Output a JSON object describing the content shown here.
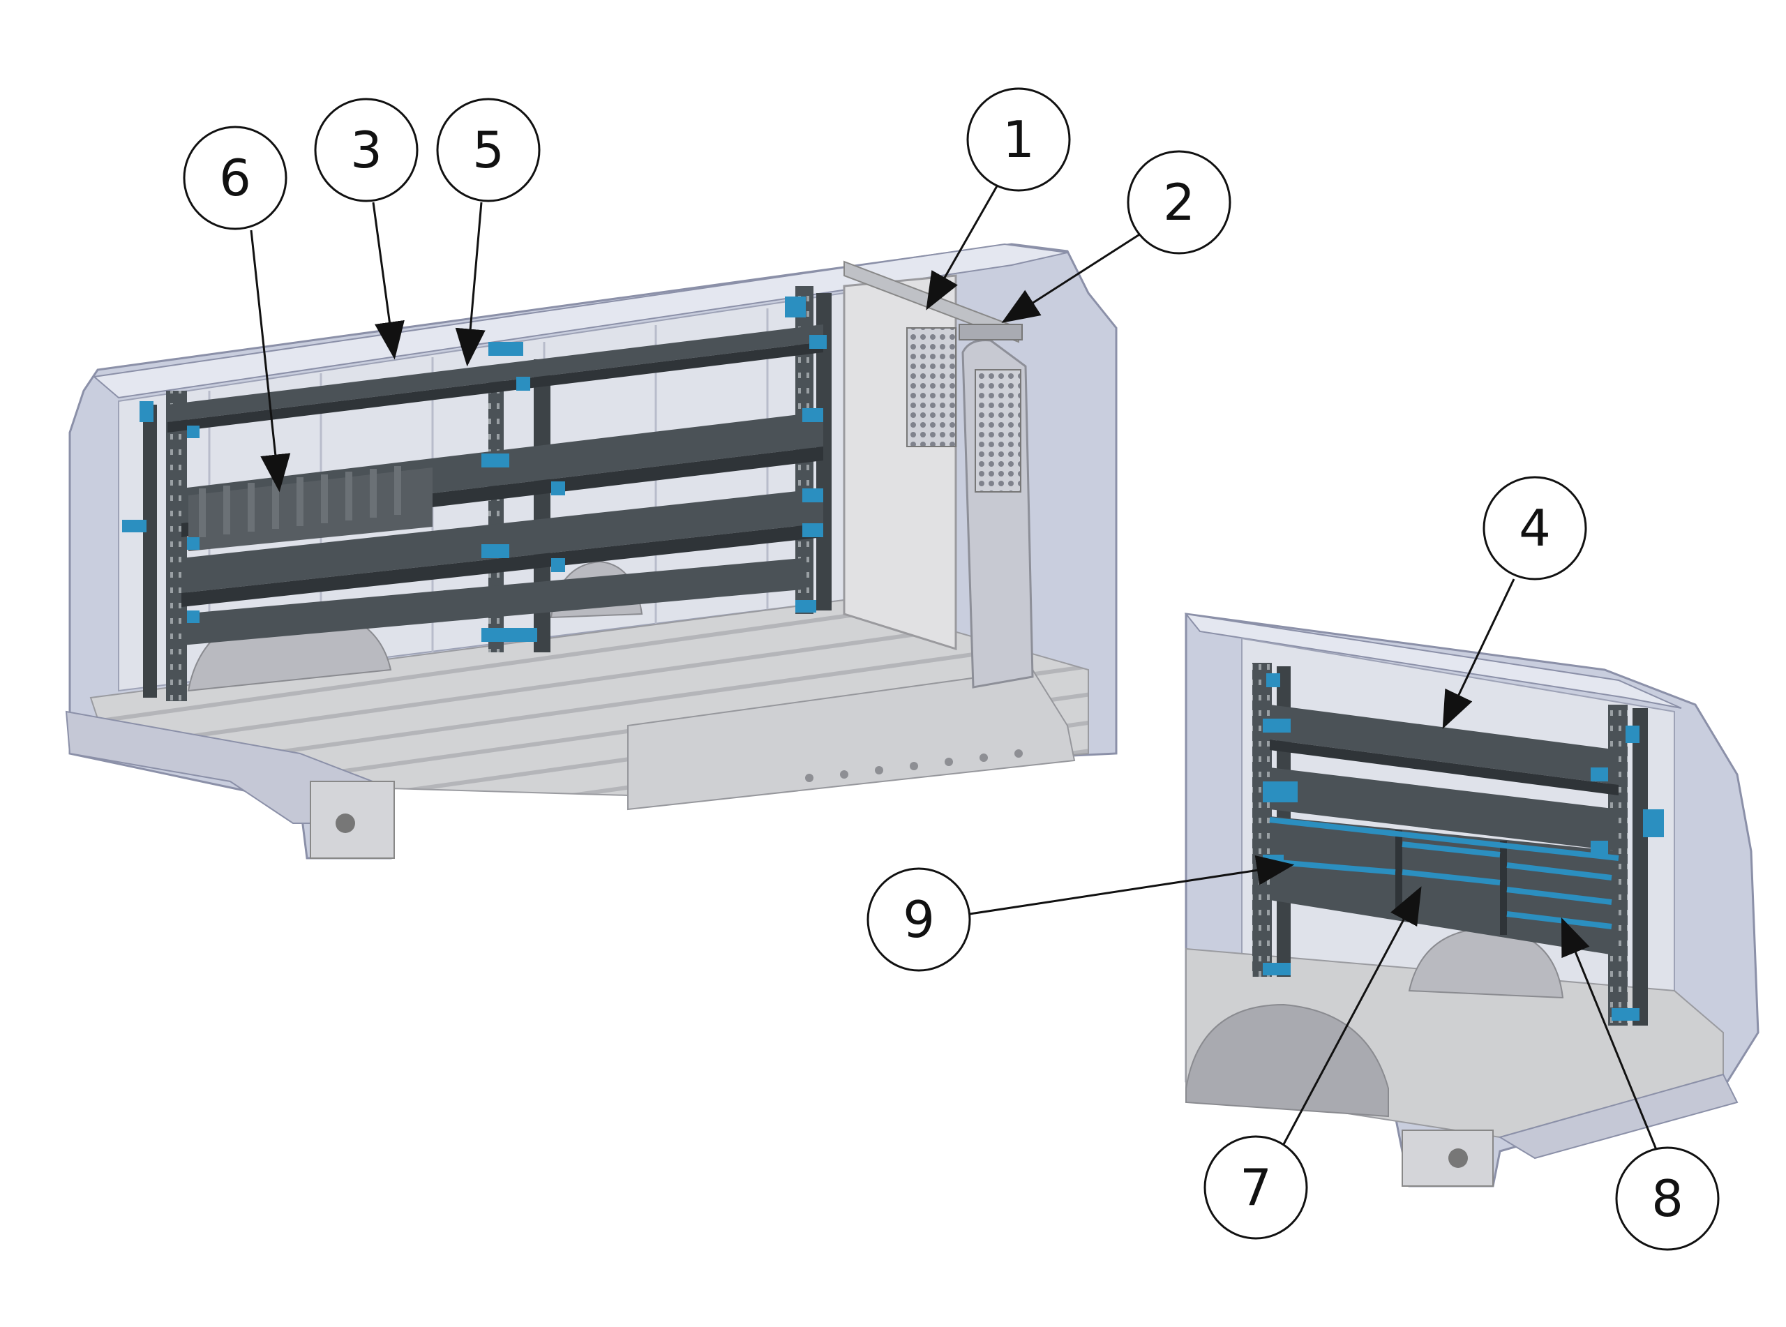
{
  "callouts": [
    {
      "id": "c1",
      "label": "1"
    },
    {
      "id": "c2",
      "label": "2"
    },
    {
      "id": "c3",
      "label": "3"
    },
    {
      "id": "c4",
      "label": "4"
    },
    {
      "id": "c5",
      "label": "5"
    },
    {
      "id": "c6",
      "label": "6"
    },
    {
      "id": "c7",
      "label": "7"
    },
    {
      "id": "c8",
      "label": "8"
    },
    {
      "id": "c9",
      "label": "9"
    }
  ],
  "colors": {
    "van_body": "#c9cede",
    "van_body_light": "#e4e7f0",
    "van_outline": "#8b90a8",
    "floor": "#cfd0d2",
    "floor_rib": "#a9aaae",
    "shelf_frame": "#4b5257",
    "shelf_dark": "#3d4347",
    "bracket_blue": "#2b8fc0",
    "partition": "#d9d9dc",
    "partition_mesh": "#8d8f98",
    "callout_stroke": "#111111",
    "background": "#ffffff"
  }
}
